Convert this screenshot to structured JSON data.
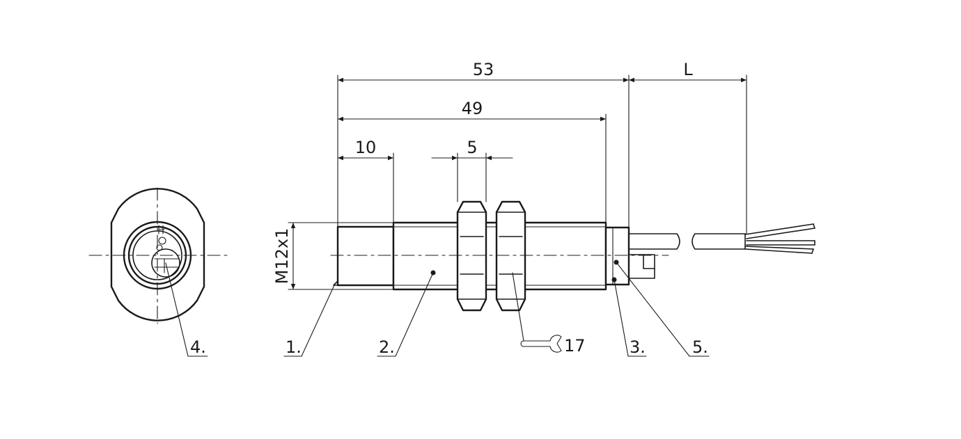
{
  "dimensions": {
    "overall": "53",
    "body_length": "49",
    "cap_length": "10",
    "nut_width": "5",
    "cable_length": "L",
    "thread": "M12x1",
    "wrench_size": "17"
  },
  "callouts": {
    "front_face": "1.",
    "housing": "2.",
    "end_cap": "3.",
    "led": "4.",
    "indicator": "5."
  },
  "colors": {
    "line": "#1a1a1a",
    "background": "#ffffff"
  },
  "icons": {
    "wrench": "wrench-icon"
  }
}
